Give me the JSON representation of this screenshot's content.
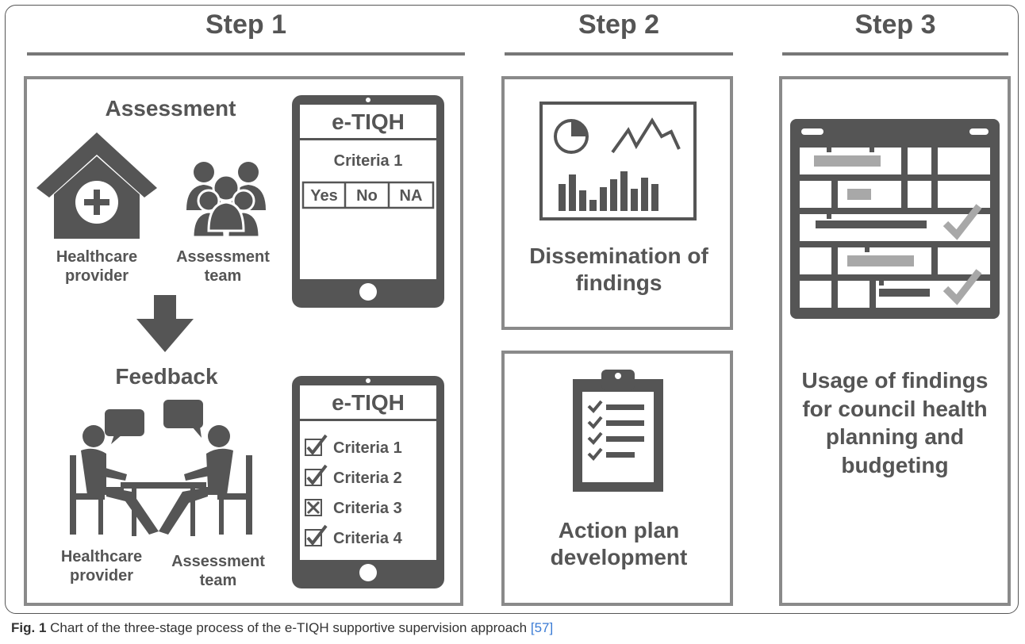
{
  "steps": [
    {
      "title": "Step 1"
    },
    {
      "title": "Step 2"
    },
    {
      "title": "Step 3"
    }
  ],
  "step1": {
    "assessment_label": "Assessment",
    "feedback_label": "Feedback",
    "healthcare_provider_label": "Healthcare provider",
    "assessment_team_label": "Assessment team",
    "tablet_top": {
      "app_title": "e-TIQH",
      "criteria_label": "Criteria 1",
      "options": [
        "Yes",
        "No",
        "NA"
      ]
    },
    "tablet_bottom": {
      "app_title": "e-TIQH",
      "criteria": [
        {
          "label": "Criteria 1",
          "state": "checked"
        },
        {
          "label": "Criteria 2",
          "state": "checked"
        },
        {
          "label": "Criteria 3",
          "state": "crossed"
        },
        {
          "label": "Criteria 4",
          "state": "checked"
        }
      ]
    },
    "feedback_healthcare_provider_label": "Healthcare provider",
    "feedback_assessment_team_label": "Assessment team"
  },
  "step2": {
    "dissemination_label": "Dissemination of findings",
    "action_plan_label": "Action plan development"
  },
  "step3": {
    "usage_label": "Usage of findings for council health planning and budgeting"
  },
  "caption": {
    "prefix": "Fig. 1",
    "text": " Chart of the three-stage process of the e-TIQH supportive supervision approach ",
    "ref": "[57]"
  },
  "colors": {
    "icon": "#555555",
    "border": "#8a8a8a",
    "bar_highlight": "#a8a8a8",
    "link": "#3a7bd5"
  }
}
